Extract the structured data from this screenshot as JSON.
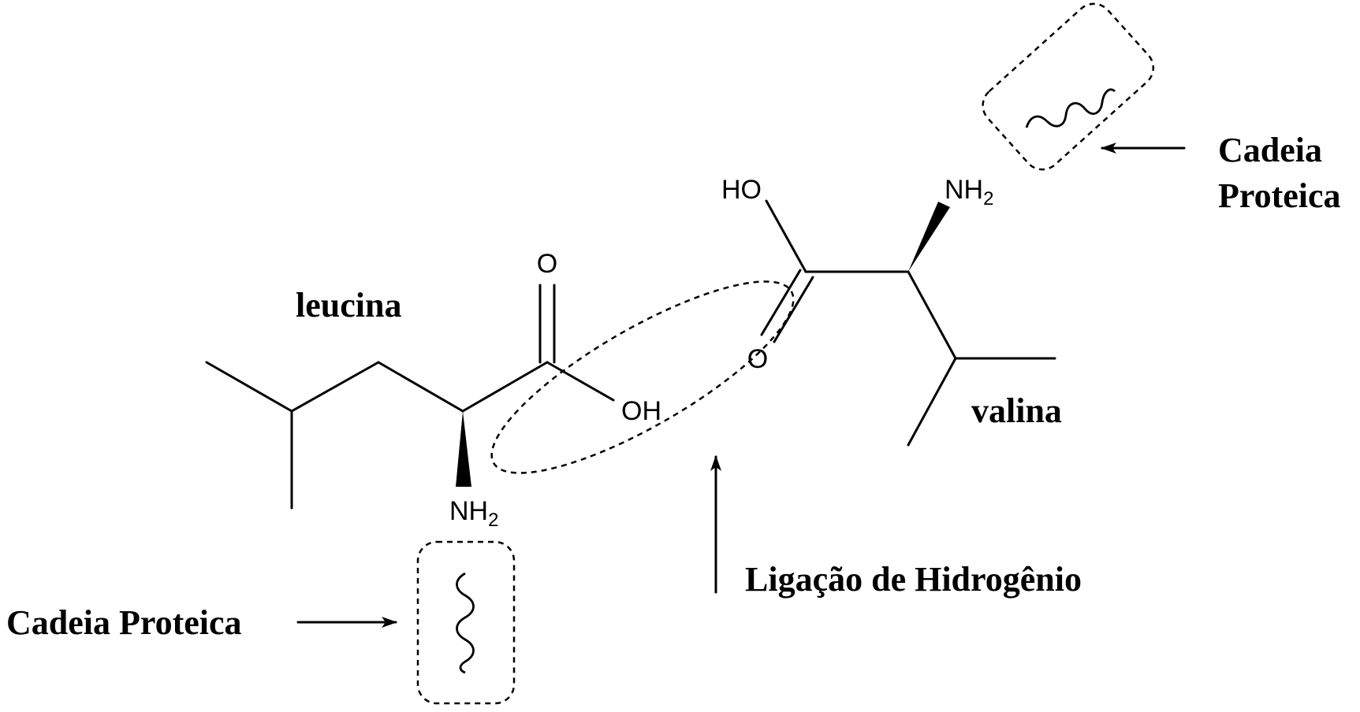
{
  "molecules": {
    "leucine": {
      "name": "leucina",
      "carbonyl_o": "O",
      "hydroxyl": "OH",
      "amine_main": "NH",
      "amine_sub": "2"
    },
    "valine": {
      "name": "valina",
      "carbonyl_o": "O",
      "hydroxyl": "HO",
      "amine_main": "NH",
      "amine_sub": "2"
    }
  },
  "labels": {
    "protein_chain_left": "Cadeia Proteica",
    "protein_chain_right_line1": "Cadeia",
    "protein_chain_right_line2": "Proteica",
    "hydrogen_bond": "Ligação de Hidrogênio"
  }
}
